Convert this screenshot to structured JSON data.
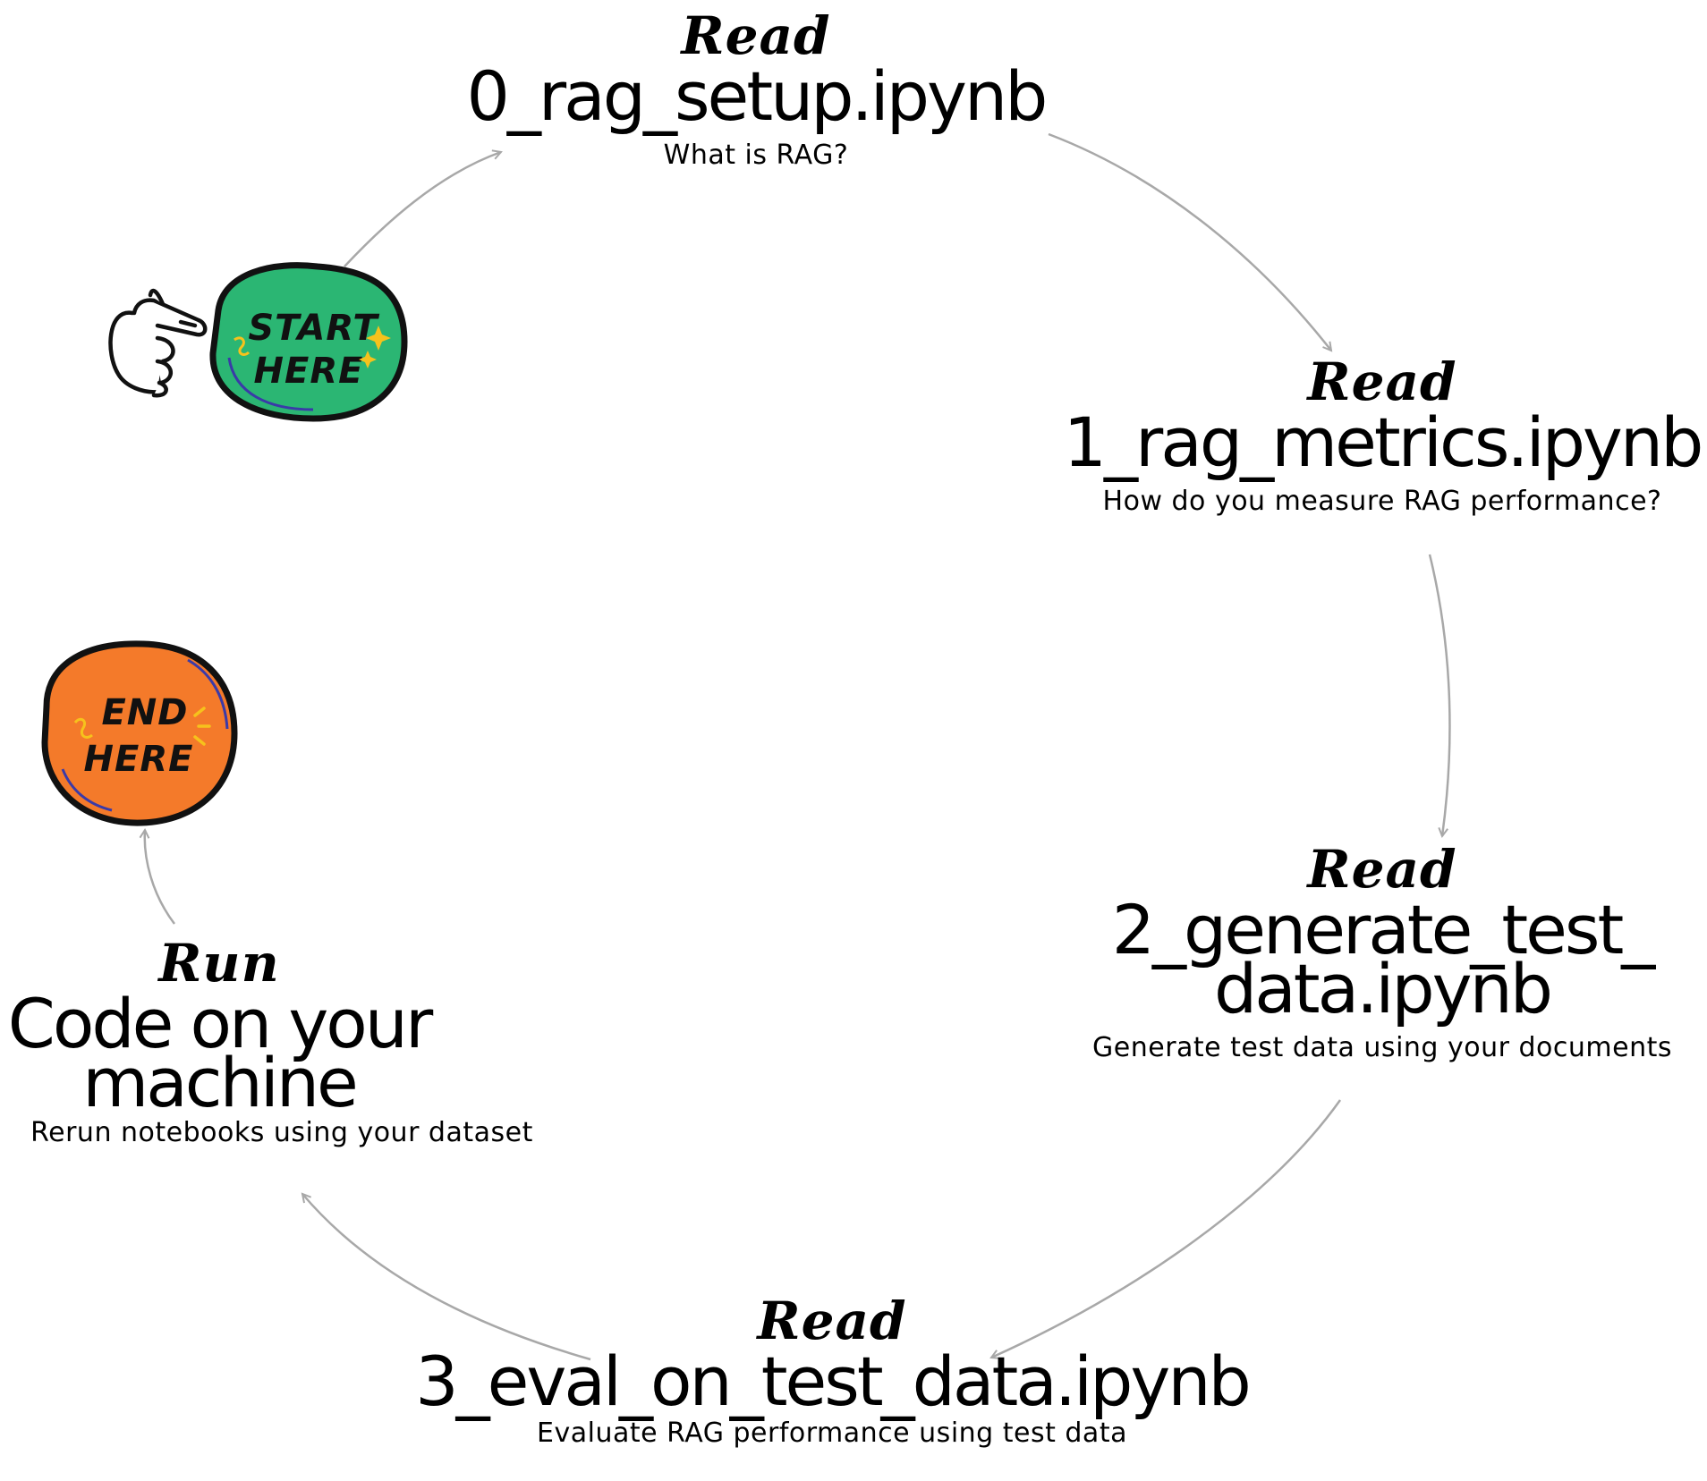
{
  "steps": [
    {
      "verb": "Read",
      "title_lines": [
        "0_rag_setup.ipynb"
      ],
      "subtitle": "What is RAG?"
    },
    {
      "verb": "Read",
      "title_lines": [
        "1_rag_metrics.ipynb"
      ],
      "subtitle": "How do you measure RAG performance?"
    },
    {
      "verb": "Read",
      "title_lines": [
        "2_generate_test_",
        "data.ipynb"
      ],
      "subtitle": "Generate test data using your documents"
    },
    {
      "verb": "Read",
      "title_lines": [
        "3_eval_on_test_data.ipynb"
      ],
      "subtitle": "Evaluate RAG performance using test data"
    },
    {
      "verb": "Run",
      "title_lines": [
        "Code on your",
        "machine"
      ],
      "subtitle": "Rerun notebooks using your dataset"
    }
  ],
  "start_badge": {
    "lines": [
      "START",
      "HERE"
    ],
    "color": "#2bb673"
  },
  "end_badge": {
    "lines": [
      "END",
      "HERE"
    ],
    "color": "#f47a2a"
  },
  "pointer_icon": "pointing-hand-icon",
  "arrow_color": "#a8a8a8"
}
